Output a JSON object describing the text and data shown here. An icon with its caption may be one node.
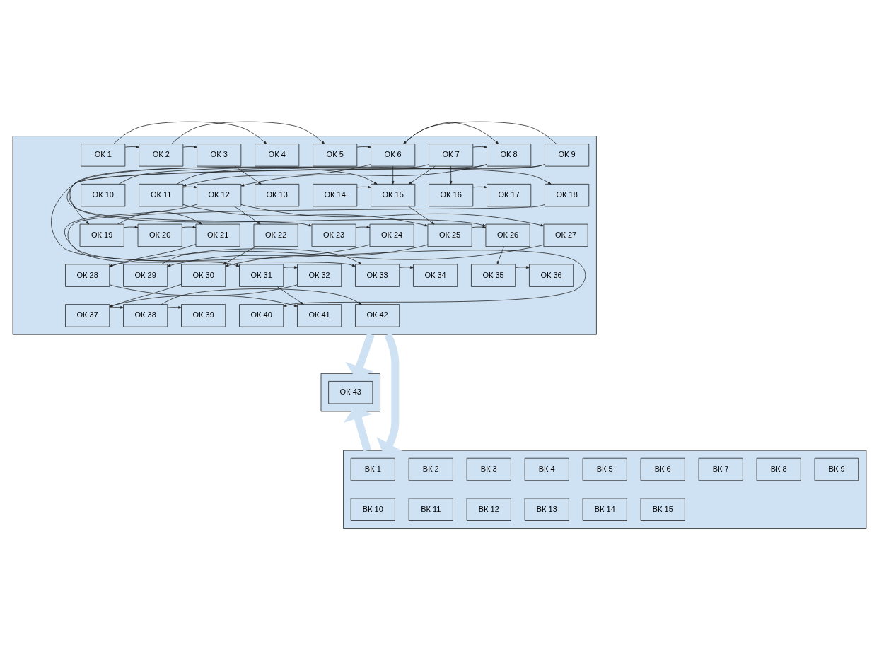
{
  "diagram": {
    "nodes": [
      {
        "text": [],
        "shape": "box"
      },
      {
        "text": [
          "ОК 1"
        ],
        "in": 0
      },
      {
        "text": [
          "ОК 2"
        ],
        "in": 0
      },
      {
        "text": [
          "ОК 3"
        ],
        "in": 0
      },
      {
        "text": [
          "ОК 4"
        ],
        "in": 0
      },
      {
        "text": [
          "ОК 5"
        ],
        "in": 0
      },
      {
        "text": [
          "ОК 6"
        ],
        "in": 0
      },
      {
        "text": [
          "ОК 7"
        ],
        "in": 0
      },
      {
        "text": [
          "ОК 8"
        ],
        "in": 0
      },
      {
        "text": [
          "ОК 9"
        ],
        "in": 0
      },
      {
        "text": [
          "ОК 10"
        ],
        "in": 0
      },
      {
        "text": [
          "ОК 11"
        ],
        "in": 0
      },
      {
        "text": [
          "ОК 12"
        ],
        "in": 0
      },
      {
        "text": [
          "ОК 13"
        ],
        "in": 0
      },
      {
        "text": [
          "ОК 14"
        ],
        "in": 0
      },
      {
        "text": [
          "ОК 15"
        ],
        "in": 0
      },
      {
        "text": [
          "ОК 16"
        ],
        "in": 0
      },
      {
        "text": [
          "ОК 17"
        ],
        "in": 0
      },
      {
        "text": [
          "ОК 18"
        ],
        "in": 0
      },
      {
        "text": [
          "ОК 19"
        ],
        "in": 0
      },
      {
        "text": [
          "ОК 20"
        ],
        "in": 0
      },
      {
        "text": [
          "ОК 21"
        ],
        "in": 0
      },
      {
        "text": [
          "ОК 22"
        ],
        "in": 0
      },
      {
        "text": [
          "ОК 23"
        ],
        "in": 0
      },
      {
        "text": [
          "ОК 24"
        ],
        "in": 0
      },
      {
        "text": [
          "ОК 25"
        ],
        "in": 0
      },
      {
        "text": [
          "ОК 26"
        ],
        "in": 0
      },
      {
        "text": [
          "ОК 27"
        ],
        "in": 0
      },
      {
        "text": [
          "ОК 28"
        ],
        "in": 0
      },
      {
        "text": [
          "ОК 29"
        ],
        "in": 0
      },
      {
        "text": [
          "ОК 30"
        ],
        "in": 0
      },
      {
        "text": [
          "ОК 31"
        ],
        "in": 0
      },
      {
        "text": [
          "ОК 32"
        ],
        "in": 0
      },
      {
        "text": [
          "ОК 33"
        ],
        "in": 0
      },
      {
        "text": [
          "ОК 34"
        ],
        "in": 0
      },
      {
        "text": [
          "ОК 35"
        ],
        "in": 0
      },
      {
        "text": [
          "ОК 36"
        ],
        "in": 0
      },
      {
        "text": [
          "ОК 37"
        ],
        "in": 0
      },
      {
        "text": [
          "ОК 38"
        ],
        "in": 0
      },
      {
        "text": [
          "ОК 39"
        ],
        "in": 0
      },
      {
        "text": [
          "ОК 40"
        ],
        "in": 0
      },
      {
        "text": [
          "ОК 41"
        ],
        "in": 0
      },
      {
        "text": [
          "ОК 42"
        ],
        "in": 0
      },
      {
        "text": [],
        "shape": "box"
      },
      {
        "text": [
          "ОК 43"
        ],
        "in": 43
      },
      {
        "text": [],
        "shape": "box"
      },
      {
        "text": [
          "ВК 1"
        ],
        "in": 45
      },
      {
        "text": [
          "ВК 2"
        ],
        "in": 45
      },
      {
        "text": [
          "ВК 3"
        ],
        "in": 45
      },
      {
        "text": [
          "ВК 4"
        ],
        "in": 45
      },
      {
        "text": [
          "ВК 5"
        ],
        "in": 45
      },
      {
        "text": [
          "ВК 6"
        ],
        "in": 45
      },
      {
        "text": [
          "ВК 7"
        ],
        "in": 45
      },
      {
        "text": [
          "ВК 8"
        ],
        "in": 45
      },
      {
        "text": [
          "ВК 9"
        ],
        "in": 45
      },
      {
        "text": [
          "ВК 10"
        ],
        "in": 45
      },
      {
        "text": [
          "ВК 11"
        ],
        "in": 45
      },
      {
        "text": [
          "ВК 12"
        ],
        "in": 45
      },
      {
        "text": [
          "ВК 13"
        ],
        "in": 45
      },
      {
        "text": [
          "ВК 14"
        ],
        "in": 45
      },
      {
        "text": [
          "ВК 15"
        ],
        "in": 45
      }
    ],
    "edges": [
      {
        "from": 1,
        "to": 2,
        "arrow": "to"
      },
      {
        "from": 2,
        "to": 3,
        "arrow": "to"
      },
      {
        "from": 1,
        "to": 4,
        "arrow": "to"
      },
      {
        "from": 2,
        "to": 5,
        "arrow": "to"
      },
      {
        "from": 3,
        "to": 13,
        "arrow": "to"
      },
      {
        "from": 5,
        "to": 6,
        "arrow": "to"
      },
      {
        "from": 6,
        "to": 8,
        "arrow": "to"
      },
      {
        "from": 7,
        "to": 8,
        "arrow": "to"
      },
      {
        "from": 9,
        "to": 6,
        "arrow": "to"
      },
      {
        "from": 7,
        "to": 16,
        "arrow": "to"
      },
      {
        "from": 7,
        "to": 15,
        "arrow": "to"
      },
      {
        "from": 6,
        "to": 15,
        "arrow": "to"
      },
      {
        "from": 6,
        "to": 11,
        "arrow": "to"
      },
      {
        "from": 8,
        "to": 12,
        "arrow": "to"
      },
      {
        "from": 7,
        "to": 19,
        "arrow": "to"
      },
      {
        "from": 11,
        "to": 12,
        "arrow": "to"
      },
      {
        "from": 12,
        "to": 22,
        "arrow": "to"
      },
      {
        "from": 12,
        "to": 40,
        "arrow": "to"
      },
      {
        "from": 14,
        "to": 15,
        "arrow": "to"
      },
      {
        "from": 16,
        "to": 17,
        "arrow": "to"
      },
      {
        "from": 10,
        "to": 18,
        "arrow": "to"
      },
      {
        "from": 11,
        "to": 15,
        "arrow": "to"
      },
      {
        "from": 11,
        "to": 25,
        "arrow": "to"
      },
      {
        "from": 12,
        "to": 27,
        "arrow": "to"
      },
      {
        "from": 15,
        "to": 25,
        "arrow": "to"
      },
      {
        "from": 8,
        "to": 26,
        "arrow": "to"
      },
      {
        "from": 9,
        "to": 23,
        "arrow": "to"
      },
      {
        "from": 9,
        "to": 33,
        "arrow": "to"
      },
      {
        "from": 18,
        "to": 31,
        "arrow": "to"
      },
      {
        "from": 19,
        "to": 20,
        "arrow": "to"
      },
      {
        "from": 20,
        "to": 21,
        "arrow": "to"
      },
      {
        "from": 23,
        "to": 24,
        "arrow": "to"
      },
      {
        "from": 25,
        "to": 26,
        "arrow": "to"
      },
      {
        "from": 19,
        "to": 21,
        "arrow": "to"
      },
      {
        "from": 21,
        "to": 28,
        "arrow": "to"
      },
      {
        "from": 24,
        "to": 29,
        "arrow": "to"
      },
      {
        "from": 25,
        "to": 30,
        "arrow": "to"
      },
      {
        "from": 27,
        "to": 28,
        "arrow": "to"
      },
      {
        "from": 22,
        "to": 30,
        "arrow": "to"
      },
      {
        "from": 26,
        "to": 35,
        "arrow": "to"
      },
      {
        "from": 31,
        "to": 32,
        "arrow": "to"
      },
      {
        "from": 33,
        "to": 34,
        "arrow": "to"
      },
      {
        "from": 35,
        "to": 36,
        "arrow": "to"
      },
      {
        "from": 31,
        "to": 41,
        "arrow": "to"
      },
      {
        "from": 30,
        "to": 37,
        "arrow": "to"
      },
      {
        "from": 32,
        "to": 37,
        "arrow": "to"
      },
      {
        "from": 29,
        "to": 33,
        "arrow": "to"
      },
      {
        "from": 37,
        "to": 38,
        "arrow": "to"
      },
      {
        "from": 38,
        "to": 39,
        "arrow": "to"
      },
      {
        "from": 28,
        "to": 41,
        "arrow": "to"
      },
      {
        "from": 38,
        "to": 42,
        "arrow": "to"
      },
      {
        "from": 0,
        "to": 45,
        "arrow": "to",
        "style": "thick",
        "color": "#cfe2f3"
      },
      {
        "from": 0,
        "to": 43,
        "arrow": "to",
        "style": "thick",
        "color": "#cfe2f3"
      },
      {
        "from": 45,
        "to": 43,
        "arrow": "to",
        "style": "thick",
        "color": "#cfe2f3"
      }
    ]
  }
}
